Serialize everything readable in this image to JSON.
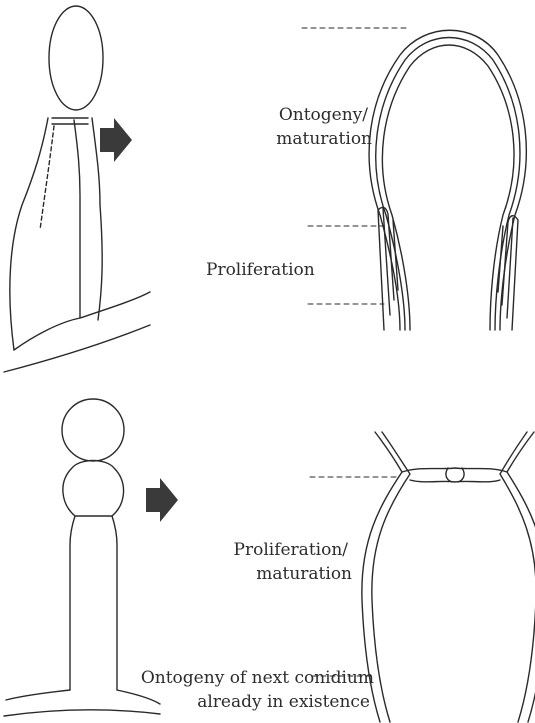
{
  "top_panel": {
    "label_ontogeny_1": "Ontogeny/",
    "label_ontogeny_2": "maturation",
    "label_proliferation": "Proliferation"
  },
  "bottom_panel": {
    "label_prolif_1": "Proliferation/",
    "label_prolif_2": "maturation",
    "label_next_1": "Ontogeny of next conidium",
    "label_next_2": "already in existence"
  },
  "colors": {
    "ink": "#2a2a2a",
    "arrow": "#3a3a3a",
    "background": "#ffffff"
  }
}
